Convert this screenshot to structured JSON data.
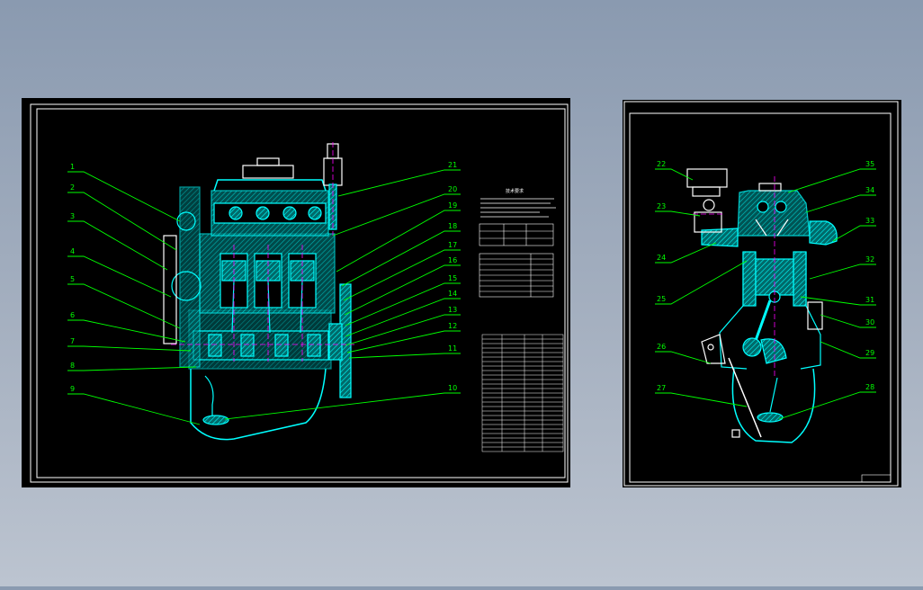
{
  "drawing": {
    "background_color": "#000000",
    "accent_colors": {
      "section": "#00ffff",
      "hatch": "#00c8c8",
      "leader": "#00ff00",
      "centerline": "#ff00ff",
      "frame": "#ffffff"
    }
  },
  "left_sheet": {
    "title": "技术要求",
    "callouts_left": [
      "1",
      "2",
      "3",
      "4",
      "5",
      "6",
      "7",
      "8",
      "9"
    ],
    "callouts_right": [
      "21",
      "20",
      "19",
      "18",
      "17",
      "16",
      "15",
      "14",
      "13",
      "12",
      "11",
      "10"
    ]
  },
  "right_sheet": {
    "callouts_left": [
      "22",
      "23",
      "24",
      "25",
      "26",
      "27"
    ],
    "callouts_right": [
      "35",
      "34",
      "33",
      "32",
      "31",
      "30",
      "29",
      "28"
    ]
  }
}
